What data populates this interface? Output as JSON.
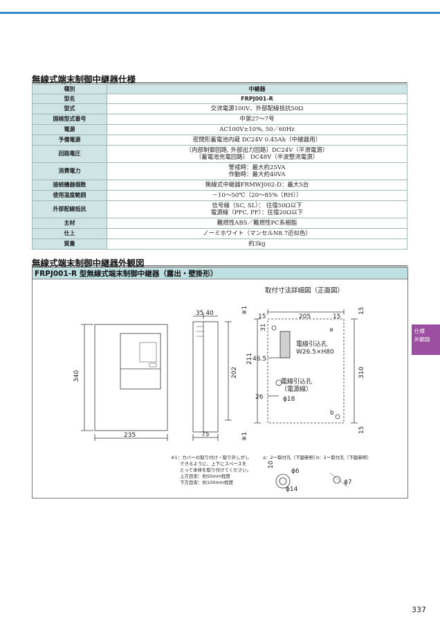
{
  "spec_section": {
    "title": "無線式端末制御中継器仕様",
    "rows": [
      {
        "key": "種別",
        "value": [
          "中継器"
        ]
      },
      {
        "key": "型名",
        "value": [
          "FRPJ001-R"
        ]
      },
      {
        "key": "型式",
        "value": [
          "交流電源100V、外部配線抵抗50Ω"
        ]
      },
      {
        "key": "国検型式番号",
        "value": [
          "中第27～7号"
        ]
      },
      {
        "key": "電源",
        "value": [
          "AC100V±10%, 50／60Hz"
        ]
      },
      {
        "key": "予備電源",
        "value": [
          "密閉形蓄電池内蔵 DC24V 0.45Ah（中継器用）"
        ]
      },
      {
        "key": "回路電圧",
        "value": [
          "〔内部制御回路, 外部出力回路〕DC24V（平滑電源）",
          "〔蓄電池充電回路〕 DC48V（半波整流電源）"
        ]
      },
      {
        "key": "消費電力",
        "value": [
          "警戒時：最大約25VA",
          "作動時：最大約40VA"
        ]
      },
      {
        "key": "接続機器個数",
        "value": [
          "無線式中継器FRMWJ002-D：最大5台"
        ]
      },
      {
        "key": "使用温度範囲",
        "value": [
          "－10～50℃（20～85%〔RH〕）"
        ]
      },
      {
        "key": "外部配線抵抗",
        "value": [
          "信号線（SC, SL）： 往復50Ω以下",
          "電源線（PFC, PF）：往復20Ω以下"
        ]
      },
      {
        "key": "主材",
        "value": [
          "難燃性ABS／難燃性PC系樹脂"
        ]
      },
      {
        "key": "仕上",
        "value": [
          "ノーミホワイト（マンセルN8.7近似色）"
        ]
      },
      {
        "key": "質量",
        "value": [
          "約3kg"
        ]
      }
    ]
  },
  "diagram_section": {
    "title": "無線式端末制御中継器外観図",
    "header": "FRPJ001-R 型無線式端末制御中継器（露出・壁掛形）",
    "detail_title": "取付寸法詳細図（正面図）",
    "dims": {
      "front_height": "340",
      "front_width": "235",
      "side_top": "35 40",
      "side_height": "202",
      "side_depth": "75",
      "d_211": "211",
      "d_465": "46.5",
      "d_26": "26",
      "d_15_left": "15",
      "d_205": "205",
      "d_15_right": "15",
      "d_31": "31",
      "d_310": "310",
      "d_15_top": "15",
      "d_15_bottom": "15",
      "note_mark_top": "※1",
      "note_mark_bottom": "※1",
      "label_a": "a",
      "label_b": "b",
      "hole_label": "電線引込孔",
      "hole_size": "W26.5×H80",
      "power_hole_label": "電線引込孔",
      "power_hole_sub": "（電源線）",
      "power_hole_dia": "ϕ18",
      "d_10": "10",
      "d_phi6": "ϕ6",
      "d_phi14": "ϕ14",
      "d_phi7": "ϕ7"
    },
    "notes": [
      "※1：カバーの取り付け・取り外しがし",
      "　　できるように、上下にスペースを",
      "　　とって本体を取り付けてください。",
      "　　上方目安：約50mm程度",
      "　　下方目安：約100mm程度"
    ],
    "legend_a": "a：2ー取付孔（下図参照）",
    "legend_b": "b：2ー取付孔（下図参照）"
  },
  "side_tab": [
    "仕様",
    "外観図"
  ],
  "page_number": "337",
  "colors": {
    "accent": "#2e8bc9",
    "table_header": "#cfe4e5",
    "diagram_header": "#bfe0e2",
    "side_tab": "#9c4fa0"
  }
}
